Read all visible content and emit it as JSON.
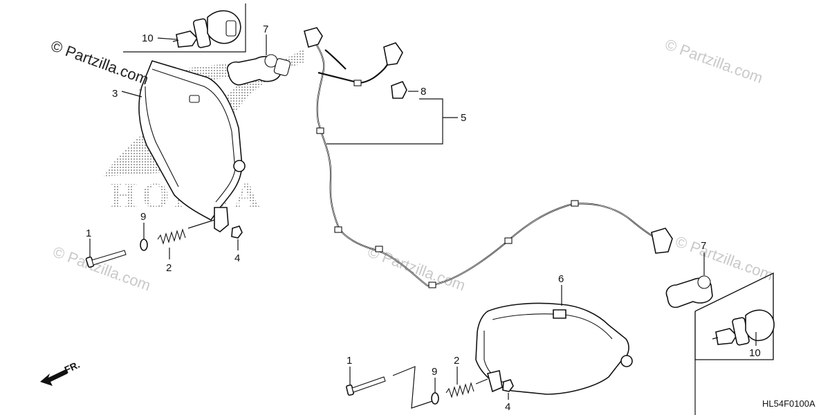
{
  "watermarks": {
    "top_left": "© Partzilla.com",
    "repeat": "© Partzilla.com"
  },
  "logo_text": "HONDA",
  "diagram_code": "HL54F0100A",
  "direction_label": "FR.",
  "callouts": {
    "bolt_left": "1",
    "spring_left": "2",
    "headlight_left": "3",
    "nut_left": "4",
    "harness": "5",
    "headlight_right": "6",
    "bulb_top": "7",
    "connector": "8",
    "washer_left": "9",
    "socket_top": "10",
    "bolt_right": "1",
    "spring_right": "2",
    "nut_right": "4",
    "washer_right": "9",
    "bulb_right": "7",
    "socket_right": "10"
  }
}
